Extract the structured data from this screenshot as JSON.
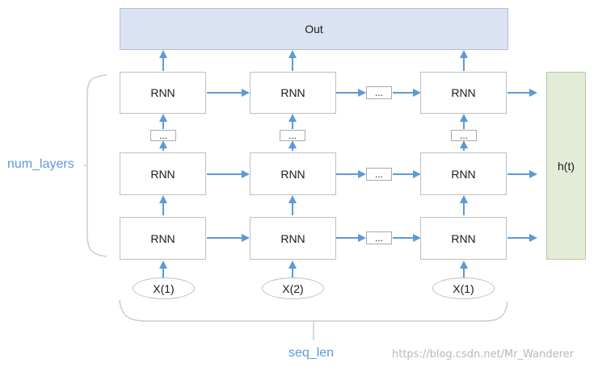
{
  "output_label": "Out",
  "hidden_label": "h(t)",
  "cell_label": "RNN",
  "ellipsis": "...",
  "inputs": [
    "X(1)",
    "X(2)",
    "X(1)"
  ],
  "num_layers_label": "num_layers",
  "seq_len_label": "seq_len",
  "watermark": "https://blog.csdn.net/Mr_Wanderer",
  "colors": {
    "arrow": "#5b9bd5",
    "brace": "#c8ced6",
    "out_fill": "#dbe2f1",
    "h_fill": "#e2ecd6"
  }
}
